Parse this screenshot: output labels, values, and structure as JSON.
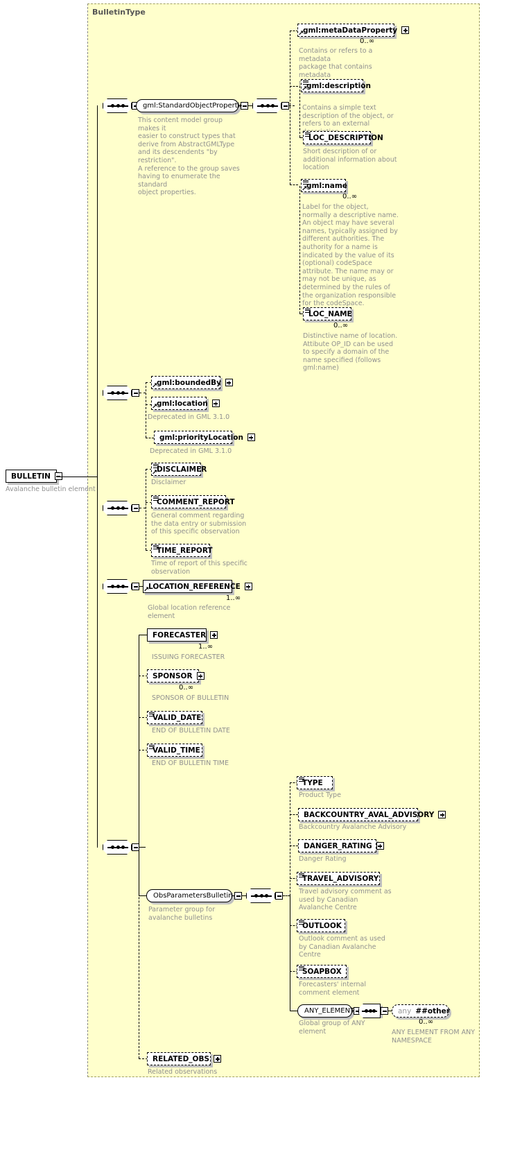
{
  "diagram": {
    "title": "BulletinType",
    "root": {
      "label": "BULLETIN",
      "caption": "Avalanche bulletin element"
    }
  },
  "nodes": {
    "standard_object_properties": {
      "label": "gml:StandardObjectProperties",
      "caption": "This content model group makes it\neasier to construct types that\n     derive from AbstractGMLType\nand its descendents \"by restriction\".\n     A reference to the group saves\nhaving to enumerate the standard\nobject properties."
    },
    "metadataproperty": {
      "label": "gml:metaDataProperty",
      "cardinality": "0..∞",
      "caption": "Contains or refers to a metadata\npackage that contains metadata\nproperties."
    },
    "description": {
      "label": "gml:description",
      "caption": "Contains a simple text\ndescription of the object, or\nrefers to an external\ndescription."
    },
    "loc_description": {
      "label": "LOC_DESCRIPTION",
      "caption": "Short description of or\nadditional information about\nlocation"
    },
    "name": {
      "label": "gml:name",
      "cardinality": "0..∞",
      "caption": "Label for the object,\nnormally a descriptive name.\nAn object may have several\nnames, typically assigned by\ndifferent authorities.  The\nauthority for a name is\nindicated by the value of its\n(optional) codeSpace\nattribute.  The name may or\nmay not be unique, as\ndetermined by the rules of\nthe organization responsible\nfor the codeSpace."
    },
    "loc_name": {
      "label": "LOC_NAME",
      "cardinality": "0..∞",
      "caption": "Distinctive name of location.\nAttibute OP_ID can be used\nto specify a domain of the\nname specified (follows\ngml:name)"
    },
    "boundedby": {
      "label": "gml:boundedBy",
      "caption": ""
    },
    "location": {
      "label": "gml:location",
      "caption": "Deprecated in GML 3.1.0"
    },
    "prioritylocation": {
      "label": "gml:priorityLocation",
      "caption": "Deprecated in GML 3.1.0"
    },
    "disclaimer": {
      "label": "DISCLAIMER",
      "caption": "Disclaimer"
    },
    "comment_report": {
      "label": "COMMENT_REPORT",
      "caption": "General comment regarding\nthe data entry or submission\nof this specific observation"
    },
    "time_report": {
      "label": "TIME_REPORT",
      "caption": "Time of report of this specific\nobservation"
    },
    "location_reference": {
      "label": "LOCATION_REFERENCE",
      "cardinality": "1..∞",
      "caption": "Global location reference\nelement"
    },
    "forecaster": {
      "label": "FORECASTER",
      "cardinality": "1..∞",
      "caption": "ISSUING FORECASTER"
    },
    "sponsor": {
      "label": "SPONSOR",
      "cardinality": "0..∞",
      "caption": "SPONSOR OF BULLETIN"
    },
    "valid_date": {
      "label": "VALID_DATE",
      "caption": "END OF BULLETIN DATE"
    },
    "valid_time": {
      "label": "VALID_TIME",
      "caption": "END OF BULLETIN TIME"
    },
    "obsparametersbulletin": {
      "label": "ObsParametersBulletin",
      "caption": "Parameter group for\navalanche bulletins"
    },
    "type": {
      "label": "TYPE",
      "caption": "Product Type"
    },
    "backcountry_aval_advisory": {
      "label": "BACKCOUNTRY_AVAL_ADVISORY",
      "caption": "Backcountry Avalanche  Advisory"
    },
    "danger_rating": {
      "label": "DANGER_RATING",
      "caption": "Danger Rating"
    },
    "travel_advisory": {
      "label": "TRAVEL_ADVISORY",
      "caption": "Travel advisory comment as\nused by Canadian\nAvalanche Centre"
    },
    "outlook": {
      "label": "OUTLOOK",
      "caption": "Outlook comment as used\nby Canadian Avalanche\nCentre"
    },
    "soapbox": {
      "label": "SOAPBOX",
      "caption": "Forecasters' internal\ncomment element"
    },
    "any_element": {
      "label": "ANY_ELEMENT",
      "caption": "Global group of ANY\nelement"
    },
    "any_other": {
      "label_prefix": "any",
      "label_ns": "##other",
      "cardinality": "0..∞",
      "caption": "ANY ELEMENT FROM ANY\nNAMESPACE"
    },
    "related_obs": {
      "label": "RELATED_OBS",
      "caption": "Related observations"
    }
  },
  "colors": {
    "container_fill": "#ffffcc",
    "node_fill": "#ffffff",
    "caption_text": "#909090",
    "shadow": "#c0c0c0",
    "line": "#000000"
  }
}
